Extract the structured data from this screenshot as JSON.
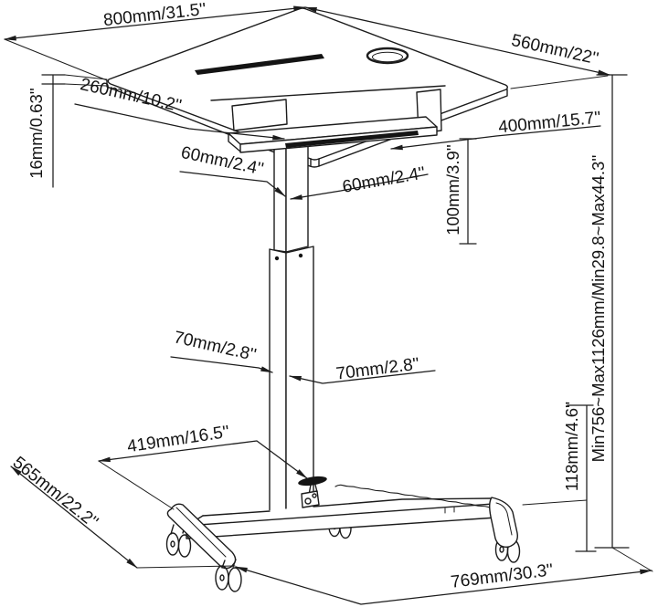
{
  "diagram": {
    "kind": "technical-dimension-drawing",
    "subject": "mobile pneumatic sit-stand desk cart",
    "background": "#ffffff",
    "line_color": "#1c1c1c",
    "labels": {
      "desktop_width": "800mm/31.5''",
      "desktop_depth": "560mm/22''",
      "desktop_thickness": "16mm/0.63''",
      "bracket_width": "260mm/10.2''",
      "upper_column_width": "60mm/2.4''",
      "upper_column_depth": "60mm/2.4''",
      "shelf_width": "400mm/15.7''",
      "shelf_height": "100mm/3.9''",
      "lower_column_width": "70mm/2.8''",
      "lower_column_depth": "70mm/2.8''",
      "pedal_reach": "419mm/16.5''",
      "base_depth": "565mm/22.2''",
      "caster_height": "118mm/4.6''",
      "height_range": "Min756~Max1126mm/Min29.8~Max44.3''",
      "base_width": "769mm/30.3''"
    }
  }
}
